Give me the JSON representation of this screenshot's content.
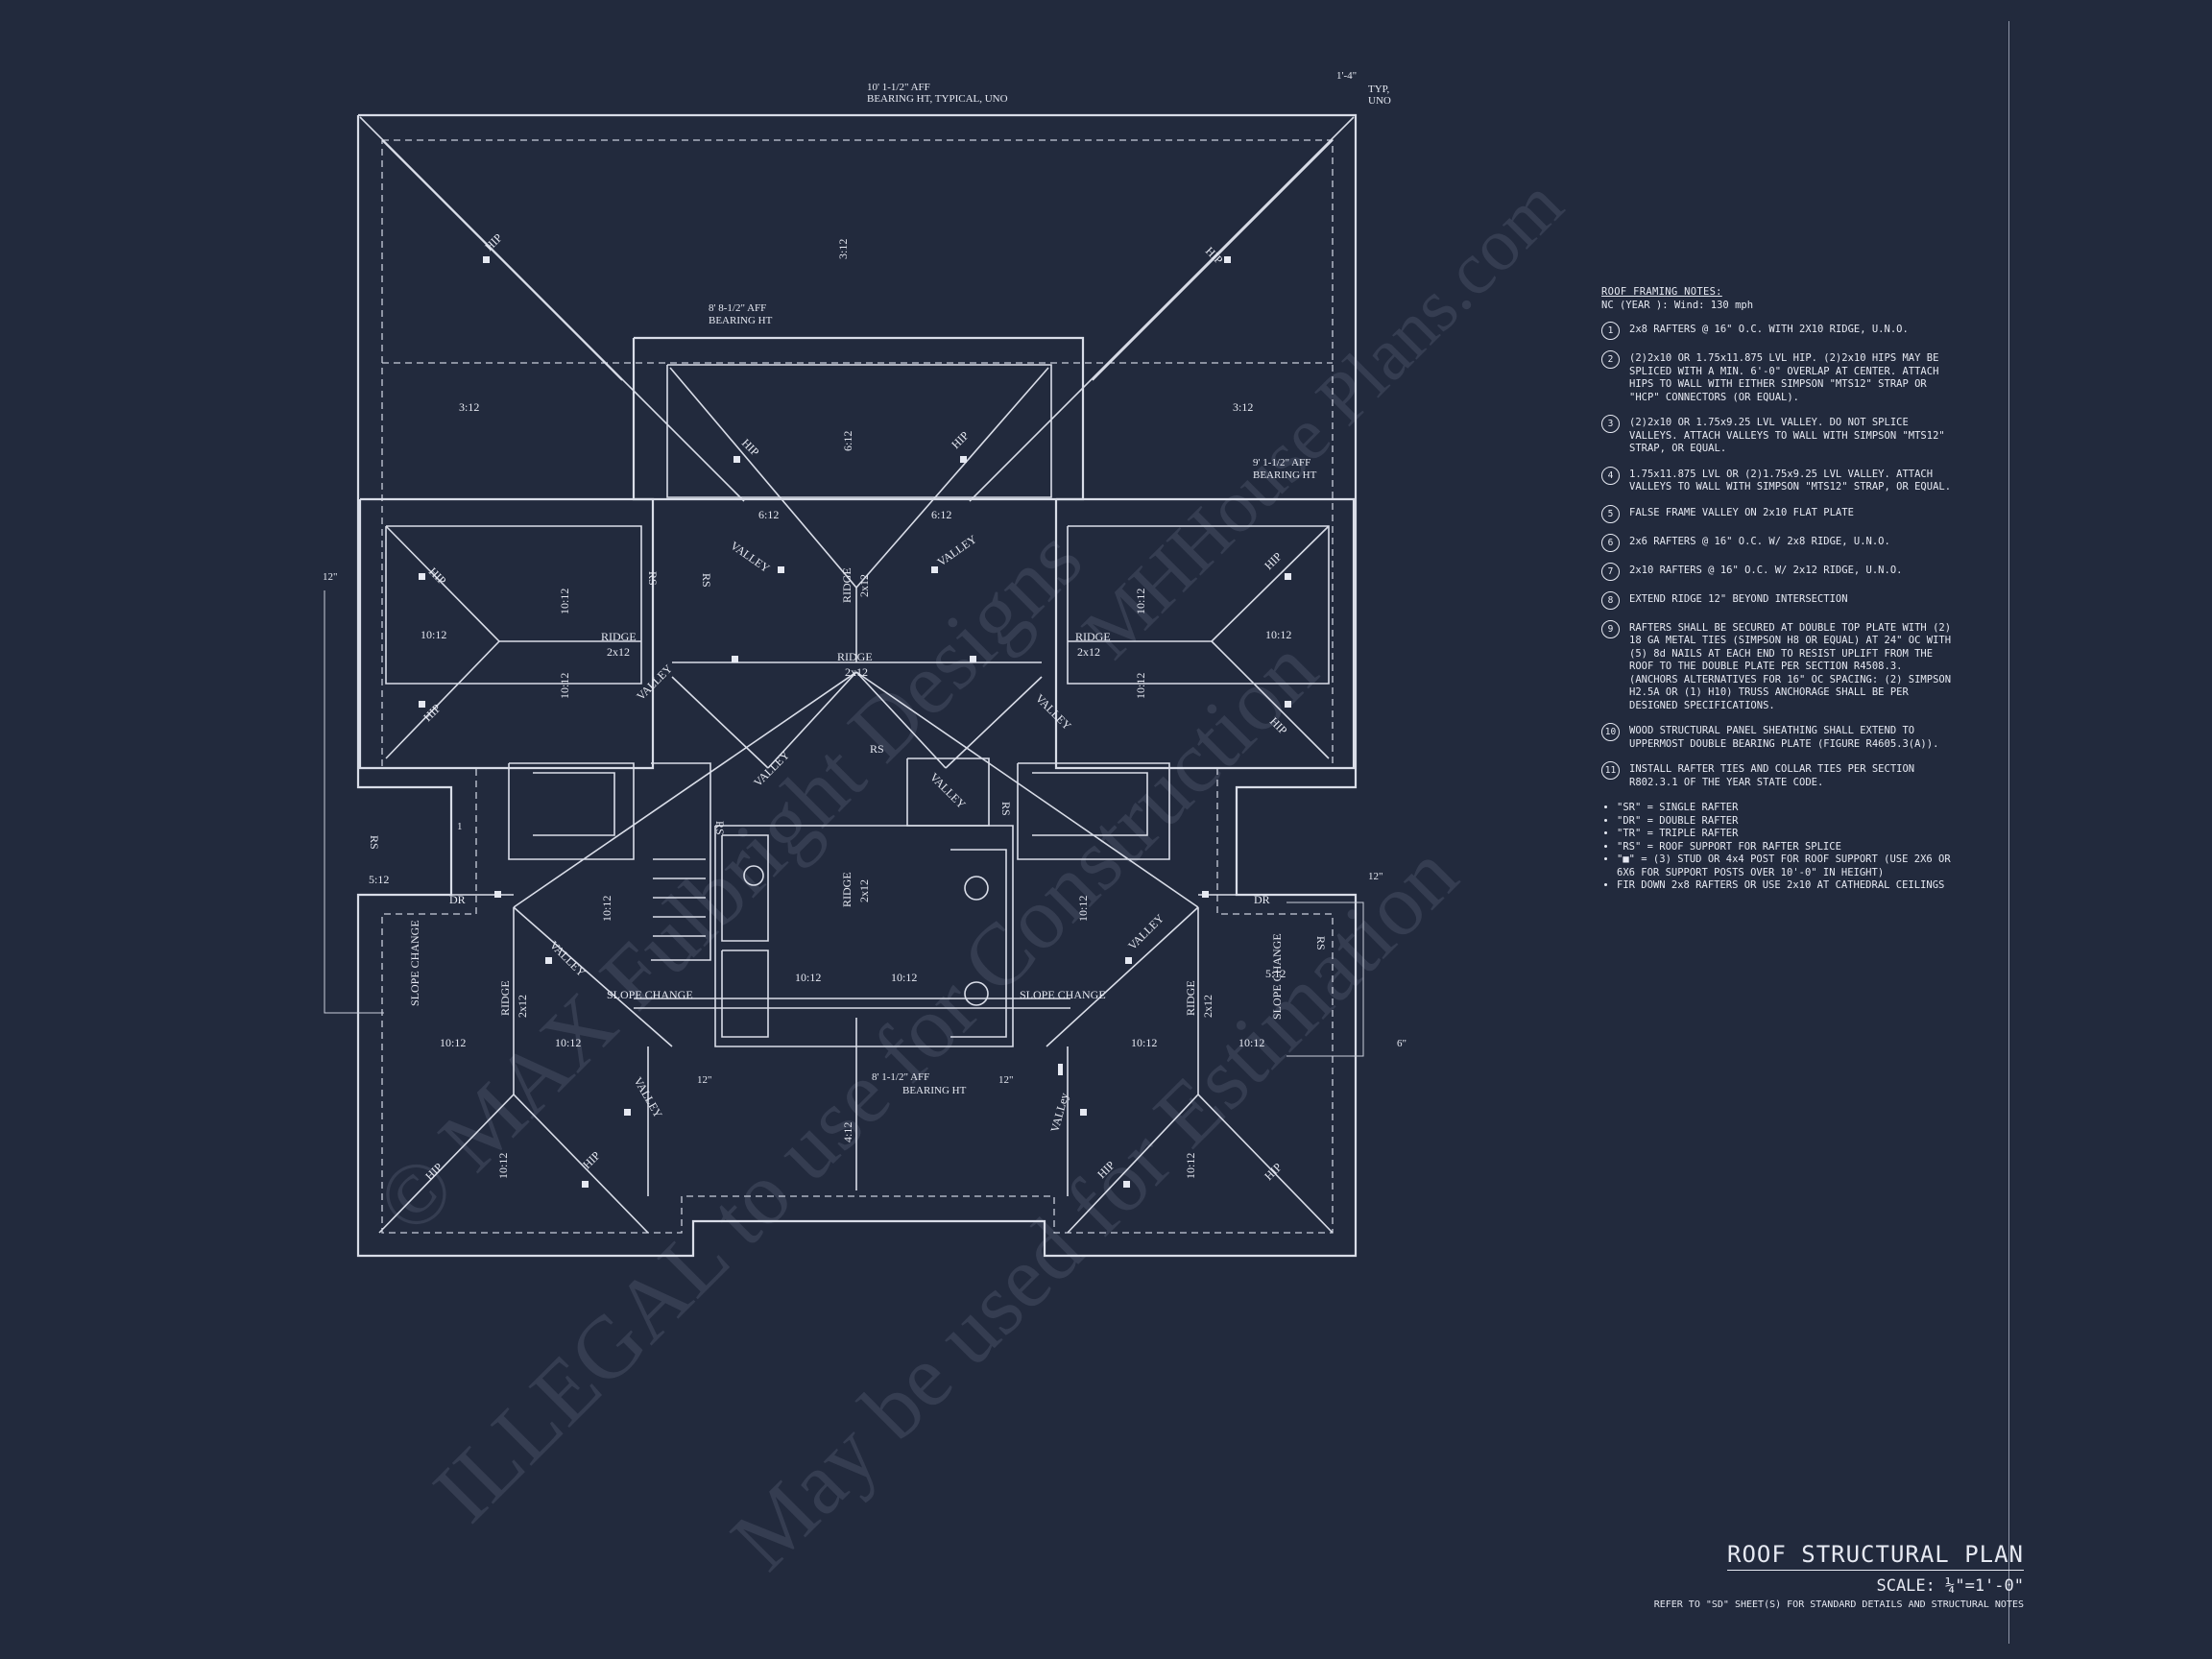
{
  "colors": {
    "background": "#222a3d",
    "linework": "#d9dde8",
    "watermark": "#5a6277"
  },
  "dimensions": {
    "top_bearing": [
      "10' 1-1/2\" AFF",
      "BEARING HT, TYPICAL, UNO"
    ],
    "center_bearing": [
      "8' 8-1/2\" AFF",
      "BEARING HT"
    ],
    "right_bearing": [
      "9' 1-1/2\" AFF",
      "BEARING HT"
    ],
    "bottom_bearing": [
      "8' 1-1/2\" AFF",
      "BEARING HT"
    ],
    "overhang": "1'-4\"",
    "typ": [
      "TYP,",
      "UNO"
    ],
    "twelve_in": "12\"",
    "six_in": "6\""
  },
  "labels": {
    "hip": "HIP",
    "valley": "VALLEY",
    "valley_alt": "VALLey",
    "ridge": "RIDGE",
    "size_2x12": "2x12",
    "slope_change": "SLOPE CHANGE",
    "dr": "DR",
    "rs": "RS"
  },
  "pitches": [
    "3:12",
    "6:12",
    "10:12",
    "5:12",
    "4:12"
  ],
  "callouts": [
    "1",
    "2",
    "3",
    "4",
    "5",
    "6",
    "7",
    "8",
    "9",
    "10",
    "11"
  ],
  "watermark": {
    "line1": "© MAX Fulbright Designs",
    "line2": "ILLEGAL to use for Construction",
    "line3": "May be used for Estimation",
    "line4": "MHHouse Plans.com"
  },
  "notes": {
    "heading": "ROOF FRAMING NOTES:",
    "subheading": "NC (YEAR ): Wind: 130 mph",
    "items": [
      {
        "num": "1",
        "text": "2x8 RAFTERS @ 16\" O.C. WITH 2X10 RIDGE, U.N.O."
      },
      {
        "num": "2",
        "text": "(2)2x10 OR 1.75x11.875 LVL HIP.  (2)2x10 HIPS MAY BE SPLICED WITH A MIN. 6'-0\" OVERLAP AT CENTER. ATTACH HIPS TO WALL WITH EITHER SIMPSON \"MTS12\" STRAP OR \"HCP\" CONNECTORS (OR EQUAL)."
      },
      {
        "num": "3",
        "text": "(2)2x10 OR 1.75x9.25 LVL VALLEY.  DO NOT SPLICE VALLEYS.  ATTACH VALLEYS TO WALL WITH SIMPSON \"MTS12\" STRAP, OR EQUAL."
      },
      {
        "num": "4",
        "text": "1.75x11.875 LVL OR (2)1.75x9.25 LVL VALLEY.  ATTACH VALLEYS TO WALL WITH SIMPSON \"MTS12\" STRAP, OR EQUAL."
      },
      {
        "num": "5",
        "text": "FALSE FRAME VALLEY ON 2x10 FLAT PLATE"
      },
      {
        "num": "6",
        "text": "2x6 RAFTERS @ 16\" O.C. W/ 2x8 RIDGE, U.N.O."
      },
      {
        "num": "7",
        "text": "2x10 RAFTERS @ 16\" O.C. W/ 2x12 RIDGE, U.N.O."
      },
      {
        "num": "8",
        "text": "EXTEND RIDGE 12\" BEYOND INTERSECTION"
      },
      {
        "num": "9",
        "text": "RAFTERS SHALL BE SECURED AT DOUBLE TOP PLATE WITH (2) 18 GA METAL TIES (SIMPSON H8 OR EQUAL) AT 24\" OC WITH (5) 8d NAILS AT EACH END TO RESIST UPLIFT FROM THE ROOF TO THE DOUBLE PLATE PER SECTION R4508.3. (ANCHORS ALTERNATIVES FOR 16\" OC SPACING: (2) SIMPSON H2.5A OR (1) H10) TRUSS ANCHORAGE SHALL BE PER DESIGNED SPECIFICATIONS."
      },
      {
        "num": "10",
        "text": "WOOD STRUCTURAL PANEL SHEATHING SHALL EXTEND TO UPPERMOST DOUBLE BEARING PLATE (FIGURE R4605.3(A))."
      },
      {
        "num": "11",
        "text": "INSTALL RAFTER TIES AND COLLAR TIES PER SECTION R802.3.1 OF THE YEAR STATE CODE."
      }
    ],
    "legend": [
      "\"SR\" = SINGLE RAFTER",
      "\"DR\" = DOUBLE RAFTER",
      "\"TR\" = TRIPLE RAFTER",
      "\"RS\" = ROOF SUPPORT FOR RAFTER SPLICE",
      "\"■\" = (3) STUD OR 4x4 POST FOR ROOF SUPPORT (USE 2X6 OR 6X6 FOR SUPPORT POSTS OVER 10'-0\" IN HEIGHT)",
      "FIR DOWN 2x8 RAFTERS OR USE 2x10 AT CATHEDRAL CEILINGS"
    ]
  },
  "title_block": {
    "title": "ROOF STRUCTURAL PLAN",
    "scale": "SCALE: ¼\"=1'-0\"",
    "reference": "REFER TO \"SD\" SHEET(S) FOR STANDARD DETAILS AND STRUCTURAL NOTES"
  }
}
